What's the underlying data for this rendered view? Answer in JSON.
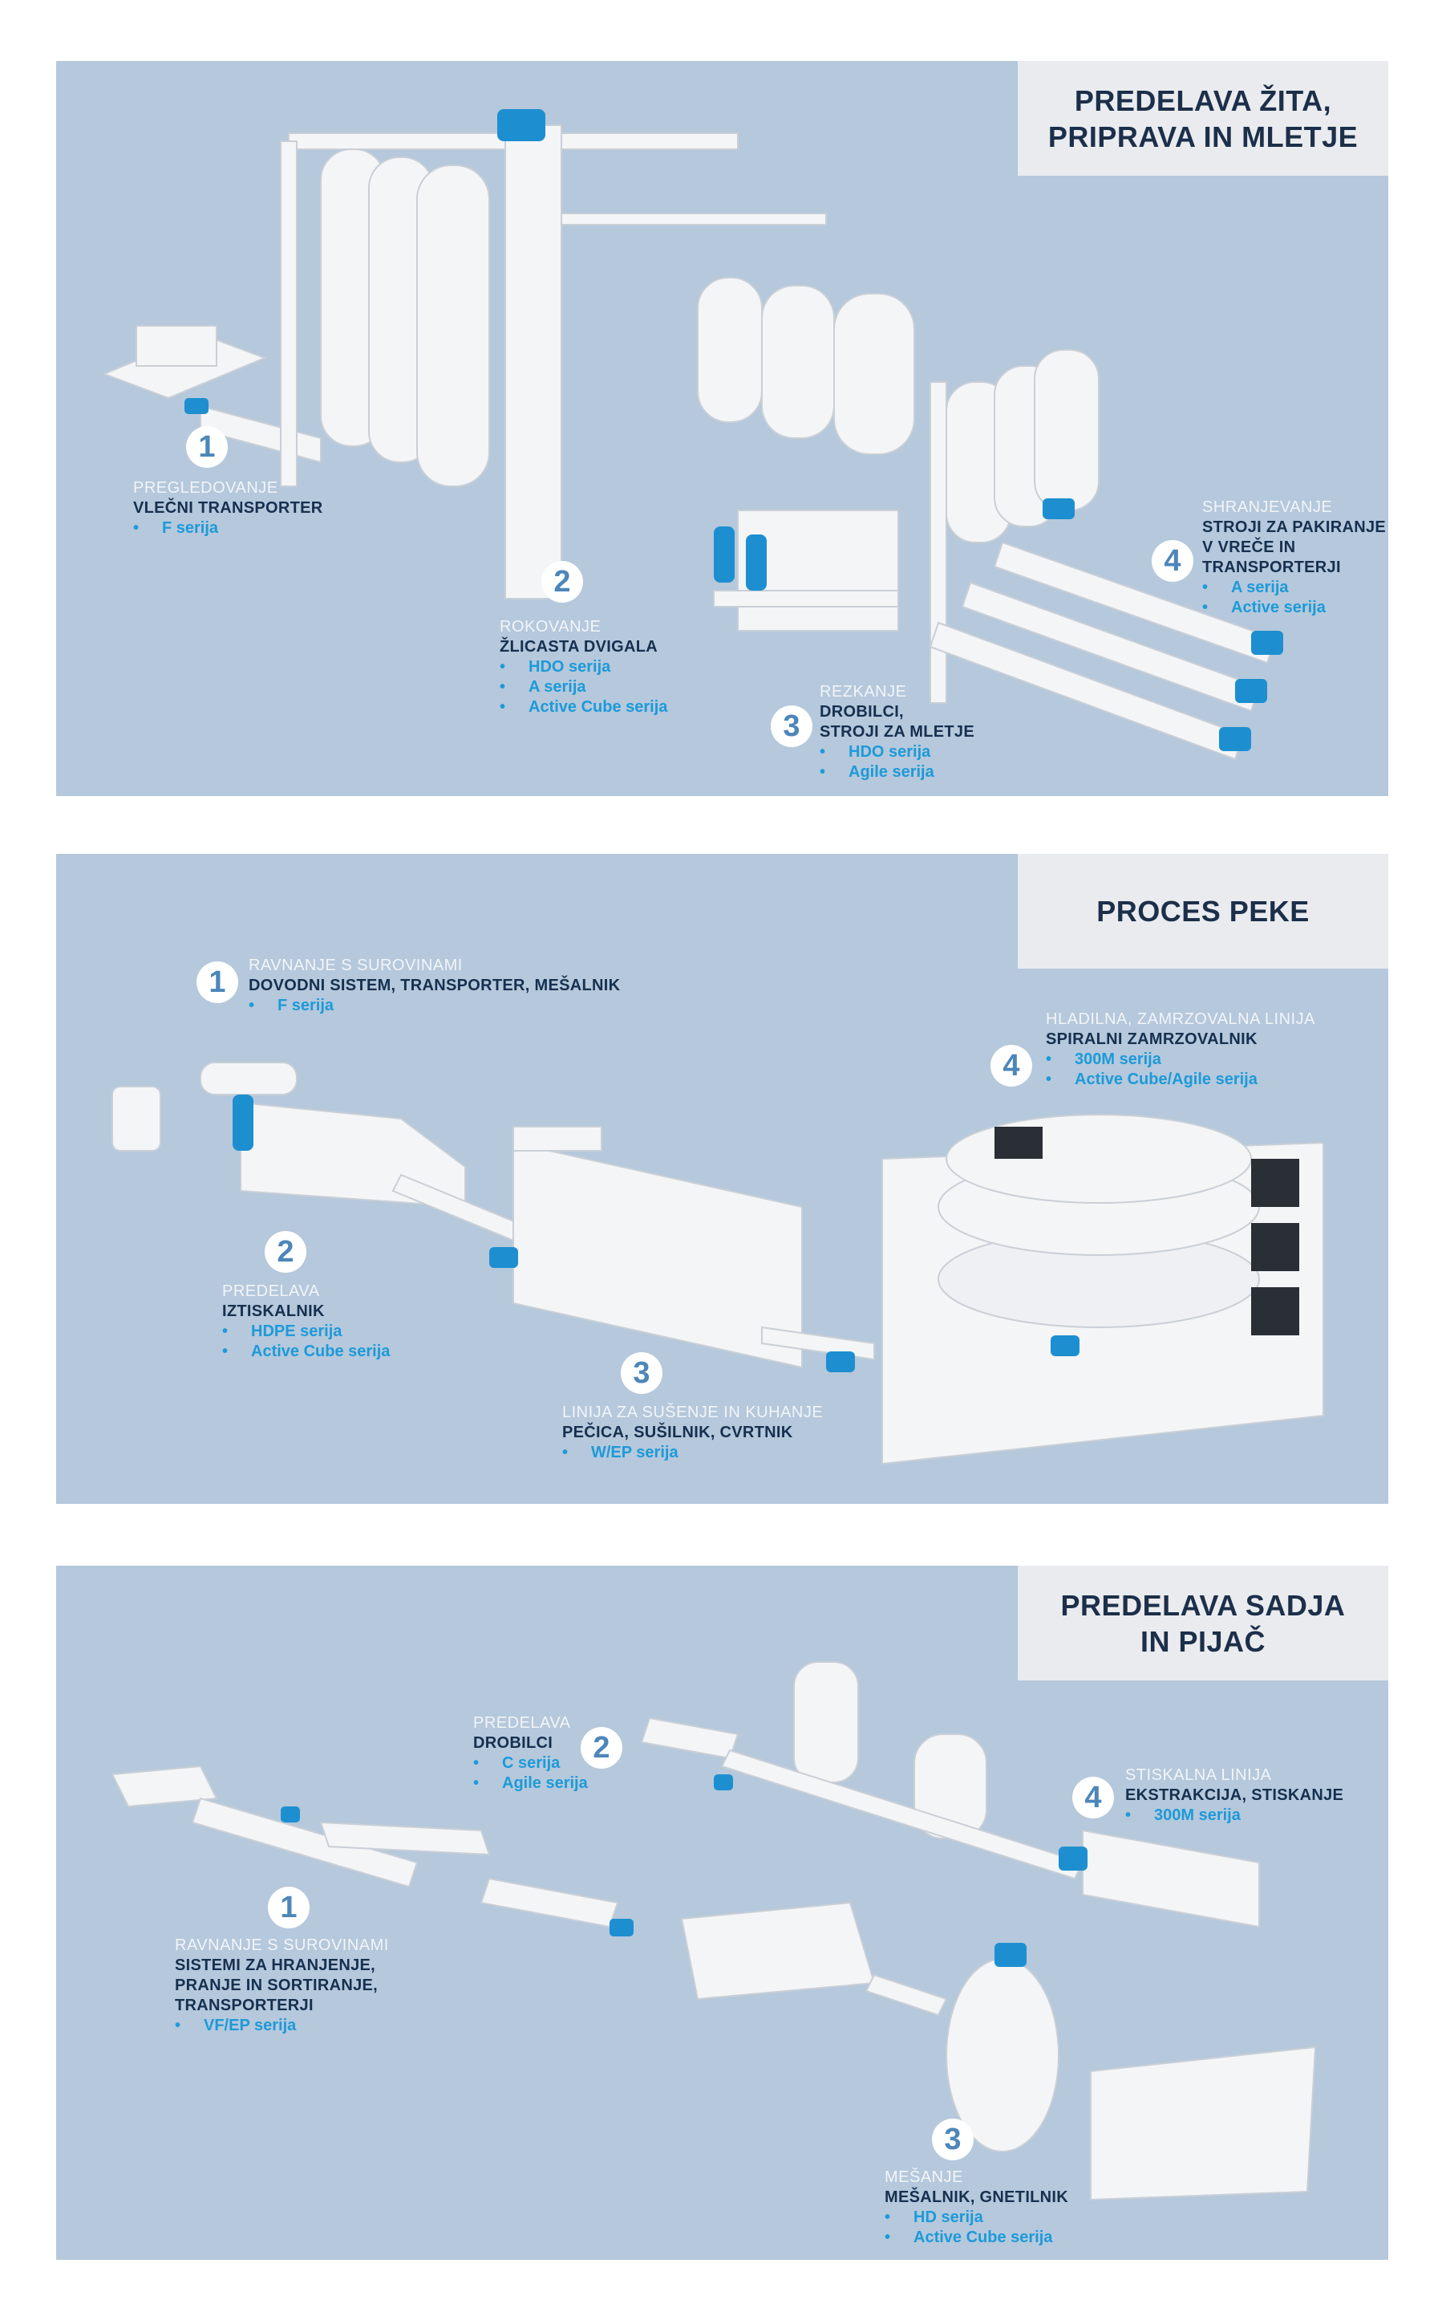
{
  "colors": {
    "panel": "#b5c8dc",
    "title_box": "#e9ebee",
    "navy": "#16304f",
    "blue": "#1d9ad8",
    "number": "#4d86b9"
  },
  "sections": [
    {
      "title": [
        "PREDELAVA ŽITA,",
        "PRIPRAVA IN MLETJE"
      ],
      "steps": [
        {
          "number": "1",
          "category": "PREGLEDOVANJE",
          "titles": [
            "VLEČNI TRANSPORTER"
          ],
          "series": [
            "F serija"
          ]
        },
        {
          "number": "2",
          "category": "ROKOVANJE",
          "titles": [
            "ŽLICASTA DVIGALA"
          ],
          "series": [
            "HDO serija",
            "A serija",
            "Active Cube serija"
          ]
        },
        {
          "number": "3",
          "category": "REZKANJE",
          "titles": [
            "DROBILCI,",
            "STROJI ZA MLETJE"
          ],
          "series": [
            "HDO serija",
            "Agile serija"
          ]
        },
        {
          "number": "4",
          "category": "SHRANJEVANJE",
          "titles": [
            "STROJI ZA PAKIRANJE",
            "V VREČE IN",
            "TRANSPORTERJI"
          ],
          "series": [
            "A serija",
            "Active serija"
          ]
        }
      ]
    },
    {
      "title": [
        "PROCES PEKE"
      ],
      "steps": [
        {
          "number": "1",
          "category": "RAVNANJE S SUROVINAMI",
          "titles": [
            "DOVODNI SISTEM, TRANSPORTER, MEŠALNIK"
          ],
          "series": [
            "F serija"
          ]
        },
        {
          "number": "2",
          "category": "PREDELAVA",
          "titles": [
            "IZTISKALNIK"
          ],
          "series": [
            "HDPE serija",
            "Active Cube serija"
          ]
        },
        {
          "number": "3",
          "category": "LINIJA ZA SUŠENJE IN KUHANJE",
          "titles": [
            "PEČICA, SUŠILNIK, CVRTNIK"
          ],
          "series": [
            "W/EP serija"
          ]
        },
        {
          "number": "4",
          "category": "HLADILNA, ZAMRZOVALNA LINIJA",
          "titles": [
            "SPIRALNI ZAMRZOVALNIK"
          ],
          "series": [
            "300M serija",
            "Active Cube/Agile serija"
          ]
        }
      ]
    },
    {
      "title": [
        "PREDELAVA SADJA",
        "IN PIJAČ"
      ],
      "steps": [
        {
          "number": "1",
          "category": "RAVNANJE S SUROVINAMI",
          "titles": [
            "SISTEMI ZA HRANJENJE,",
            "PRANJE IN SORTIRANJE,",
            "TRANSPORTERJI"
          ],
          "series": [
            "VF/EP serija"
          ]
        },
        {
          "number": "2",
          "category": "PREDELAVA",
          "titles": [
            "DROBILCI"
          ],
          "series": [
            "C serija",
            "Agile serija"
          ]
        },
        {
          "number": "3",
          "category": "MEŠANJE",
          "titles": [
            "MEŠALNIK, GNETILNIK"
          ],
          "series": [
            "HD serija",
            "Active Cube serija"
          ]
        },
        {
          "number": "4",
          "category": "STISKALNA LINIJA",
          "titles": [
            "EKSTRAKCIJA, STISKANJE"
          ],
          "series": [
            "300M serija"
          ]
        }
      ]
    }
  ]
}
